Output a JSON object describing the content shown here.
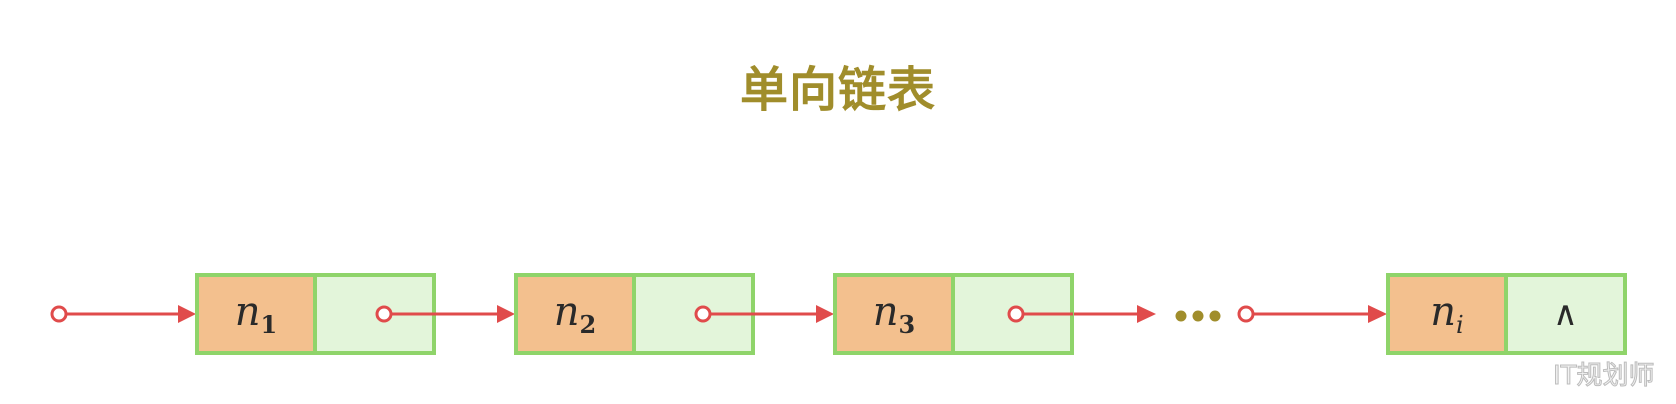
{
  "title": "单向链表",
  "colors": {
    "title": "#A08D2B",
    "node_border": "#8FD46A",
    "data_fill": "#F3C08E",
    "pointer_fill": "#E3F5DA",
    "arrow": "#E04B4B",
    "ellipsis": "#A08D2B",
    "label": "#2a2a2a"
  },
  "nodes": [
    {
      "name": "n",
      "subscript": "1",
      "pointer": "next",
      "pointer_symbol": ""
    },
    {
      "name": "n",
      "subscript": "2",
      "pointer": "next",
      "pointer_symbol": ""
    },
    {
      "name": "n",
      "subscript": "3",
      "pointer": "next",
      "pointer_symbol": ""
    },
    {
      "name": "n",
      "subscript": "i",
      "pointer": "null",
      "pointer_symbol": "∧"
    }
  ],
  "ellipsis": "•••",
  "watermark": "IT规划师"
}
